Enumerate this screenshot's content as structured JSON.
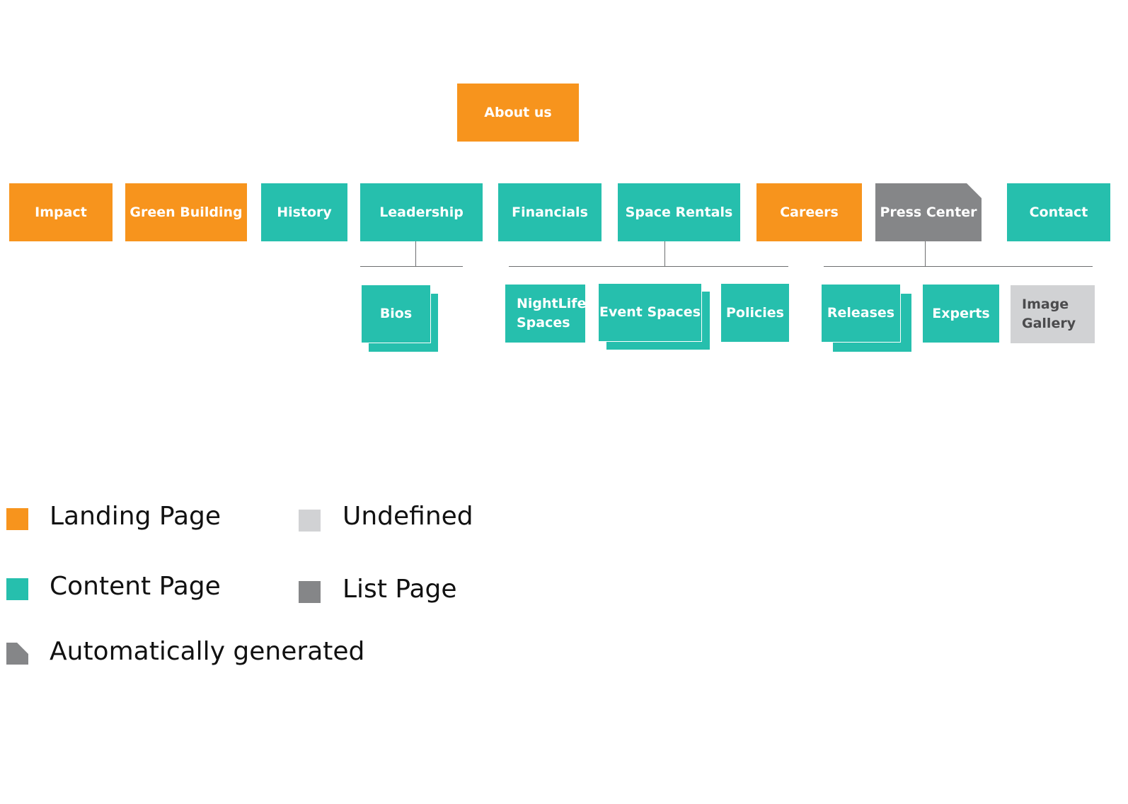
{
  "colors": {
    "landing": "#f7941d",
    "content": "#26bfad",
    "list": "#858688",
    "undefined": "#d1d2d4"
  },
  "root": {
    "label": "About us",
    "type": "landing"
  },
  "level1": [
    {
      "label": "Impact",
      "type": "landing"
    },
    {
      "label": "Green Building",
      "type": "landing"
    },
    {
      "label": "History",
      "type": "content"
    },
    {
      "label": "Leadership",
      "type": "content"
    },
    {
      "label": "Financials",
      "type": "content"
    },
    {
      "label": "Space Rentals",
      "type": "content"
    },
    {
      "label": "Careers",
      "type": "landing"
    },
    {
      "label": "Press Center",
      "type": "list",
      "auto_generated": true
    },
    {
      "label": "Contact",
      "type": "content"
    }
  ],
  "level2": {
    "leadership": [
      {
        "label": "Bios",
        "type": "content",
        "multiple": true
      }
    ],
    "space_rentals": [
      {
        "label": "NightLife Spaces",
        "line1": "NightLife",
        "line2": "Spaces",
        "type": "content"
      },
      {
        "label": "Event Spaces",
        "type": "content",
        "multiple": true
      },
      {
        "label": "Policies",
        "type": "content"
      }
    ],
    "press_center": [
      {
        "label": "Releases",
        "type": "content",
        "multiple": true
      },
      {
        "label": "Experts",
        "type": "content"
      },
      {
        "label": "Image Gallery",
        "line1": "Image",
        "line2": "Gallery",
        "type": "undefined"
      }
    ]
  },
  "legend": [
    {
      "label": "Landing Page",
      "type": "landing"
    },
    {
      "label": "Undefined",
      "type": "undefined"
    },
    {
      "label": "Content Page",
      "type": "content"
    },
    {
      "label": "List Page",
      "type": "list"
    },
    {
      "label": "Automatically generated",
      "type": "auto"
    }
  ]
}
